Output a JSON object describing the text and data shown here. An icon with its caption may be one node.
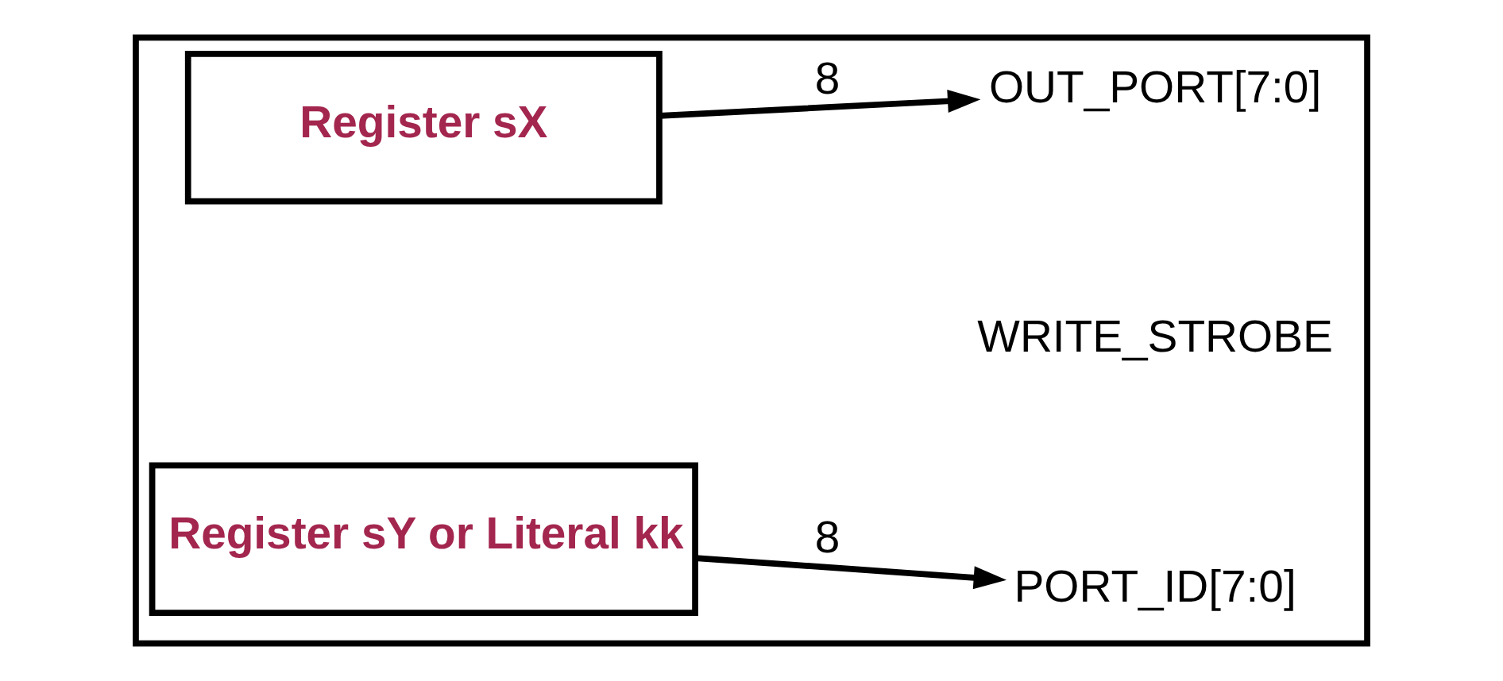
{
  "diagram": {
    "nodes": [
      {
        "text": [],
        "shape": "box"
      },
      {
        "text": [
          "Register sX"
        ],
        "in": 0
      },
      {
        "text": [
          "OUT_PORT[7:0]"
        ],
        "in": 0
      },
      {
        "text": [
          "Register sY or Literal kk"
        ],
        "in": 0
      },
      {
        "text": [
          "PORT_ID[7:0]"
        ],
        "in": 0
      }
    ],
    "edges": [
      {
        "from": 1,
        "to": 2,
        "arrow": "to",
        "label": "8"
      },
      {
        "from": 3,
        "to": 4,
        "arrow": "to",
        "label": "8"
      }
    ],
    "labels": [
      "WRITE_STROBE"
    ]
  }
}
